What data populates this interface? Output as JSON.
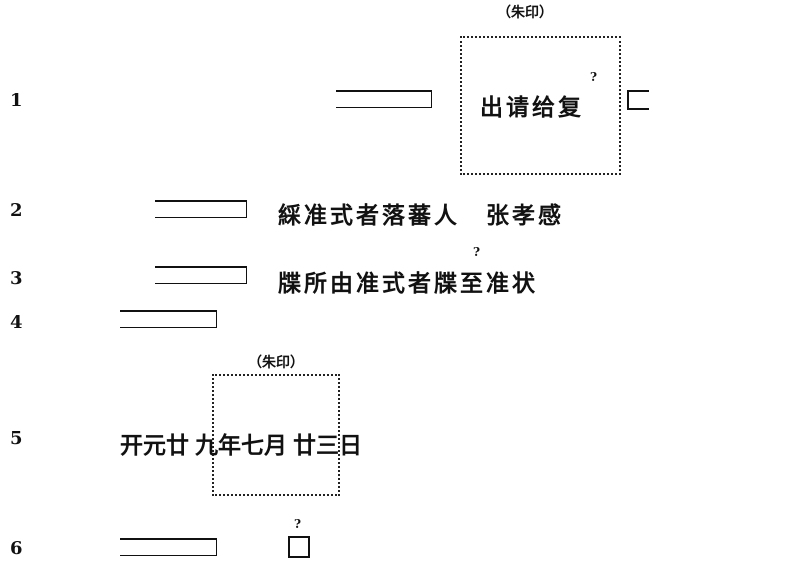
{
  "seal_label": "（朱印）",
  "lines": [
    {
      "num": "1",
      "text": "出请给复"
    },
    {
      "num": "2",
      "text": "綵准式者落蕃人　张孝感"
    },
    {
      "num": "3",
      "text": "牒所由准式者牒至准状"
    },
    {
      "num": "4",
      "text": ""
    },
    {
      "num": "5",
      "text_before": "开元廿",
      "text_inside": "九年七月",
      "text_after": "廿三日"
    },
    {
      "num": "6",
      "text": ""
    }
  ],
  "uncertain_mark": "?"
}
